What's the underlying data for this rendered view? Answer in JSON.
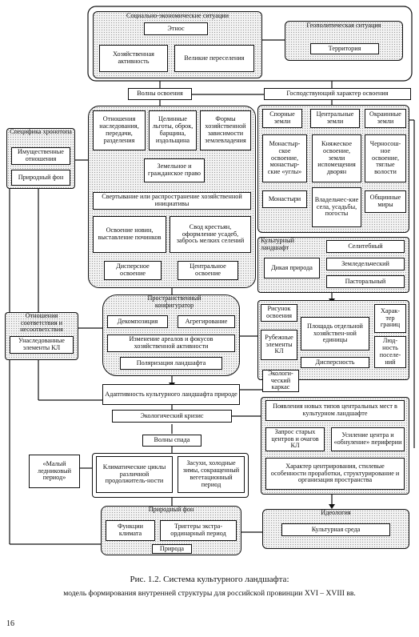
{
  "top": {
    "socioeconomic": "Социально-экономические ситуации",
    "ethnos": "Этнос",
    "economic_activity": "Хозяйственная активность",
    "migrations": "Великие переселения",
    "geopolitical": "Геополитическая ситуация",
    "territory": "Территория"
  },
  "waves": {
    "development_waves": "Волны освоения",
    "dominant_character": "Господствующий характер освоения"
  },
  "left_block": {
    "inheritance": "Отношения наследования, передачи, разделения",
    "whole_benefits": "Целинные льготы, оброк, барщина, издольщина",
    "economic_dependence": "Формы хозяйственной зависимости землевладения",
    "land_law": "Земельное и гражданское право",
    "compression": "Свертывание или распространение хозяйственной инициативы",
    "new_lands": "Освоение новин, выставление починков",
    "peasant_exodus": "Свод крестьян, оформление усадеб, забрось мелких селений",
    "dispersed": "Дисперсное освоение",
    "central": "Центральное освоение"
  },
  "right_block": {
    "contested_lands": "Спорные земли",
    "central_lands": "Центральные земли",
    "outer_lands": "Окраинные земли",
    "monastic_development": "Монастыр-ское освоение, монастыр-ские «углы»",
    "princely_development": "Княжеское освоение, земли испомещения дворян",
    "black_plough": "Черносош-ное освоение, тяглые волости",
    "monasteries": "Монастыри",
    "estates": "Владельчес-кие села, усадьбы, погосты",
    "communal": "Общинные миры"
  },
  "chronotope": {
    "title": "Специфика хронотопа",
    "property": "Имущественные отношения",
    "natural_bg": "Природный фон"
  },
  "landscape": {
    "title": "Культурный ландшафт",
    "wild": "Дикая природа",
    "residential": "Селитебный",
    "agricultural": "Земледельческий",
    "pastoral": "Пасторальный"
  },
  "configurator": {
    "title": "Пространственный конфигуратор",
    "decomposition": "Декомпозиция",
    "aggregation": "Агрегирование",
    "habitat_change": "Изменение ареалов и фокусов хозяйственной активности",
    "polarization": "Поляризация ландшафта"
  },
  "inconsistency": {
    "title": "Отношения соответствия и несоответствия",
    "inherited": "Унаследованные элементы КЛ"
  },
  "settlement": {
    "pattern": "Рисунок освоения",
    "area": "Площадь отдельной хозяйствен-ной единицы",
    "boundary_char": "Харак-тер границ",
    "frontier": "Рубежные элементы КЛ",
    "populousness": "Люд-ность поселе-ний",
    "dispersity": "Дисперсность",
    "eco_frame": "Экологи-ческий каркас"
  },
  "middle": {
    "adaptiveness": "Адаптивность культурного ландшафта природе",
    "eco_crisis": "Экологический кризис",
    "decline_waves": "Волны спада"
  },
  "new_places": {
    "emergence": "Появления новых типов центральных мест в культурном ландшафте",
    "old_centers": "Запрос старых центров и очагов КЛ",
    "strengthening": "Усиление центра и «обнуление» периферии",
    "centering": "Характер центрирования, стилевые особенности проработки, структурирование и организация пространства"
  },
  "bottom": {
    "little_ice_age": "«Малый ледниковый период»",
    "climatic_cycles": "Климатические циклы различной продолжитель-ности",
    "droughts": "Засухи, холодные зимы, сокращенный вегетационный период",
    "natural_bg": "Природный фон",
    "climate_functions": "Функции климата",
    "triggers": "Триггеры экстра-ординарный период",
    "nature": "Природа",
    "ideology": "Идеология",
    "cultural_env": "Культурная среда"
  },
  "caption": {
    "line1": "Рис. 1.2. Система культурного ландшафта:",
    "line2": "модель формирования внутренней структуры для российской провинции XVI – XVIII вв.",
    "page_number": "16"
  }
}
